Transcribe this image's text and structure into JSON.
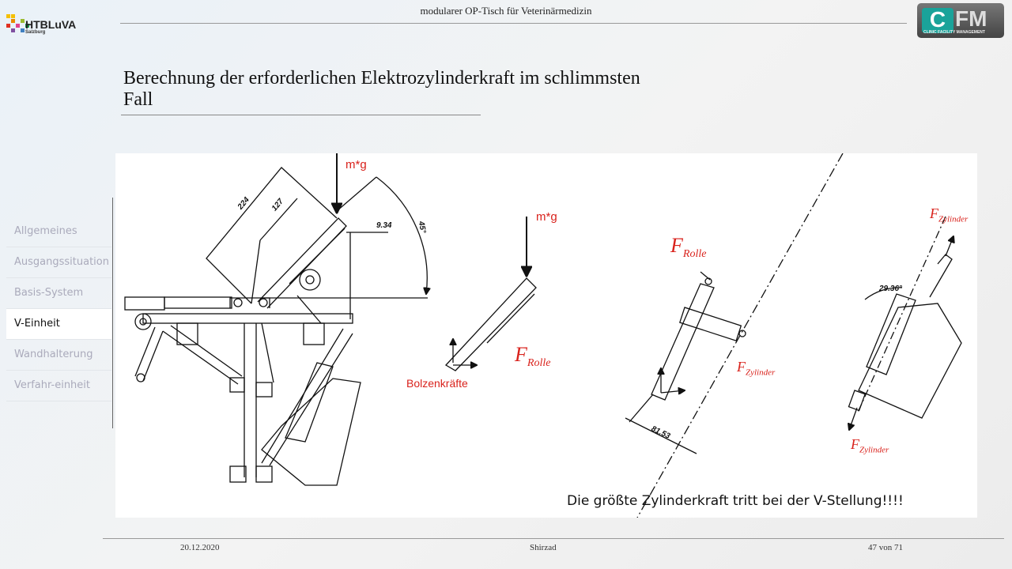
{
  "header": {
    "title": "modularer  OP-Tisch  für  Veterinärmedizin"
  },
  "logos": {
    "left": {
      "name": "HTBLuVA",
      "sub": "Salzburg"
    },
    "right": {
      "letter": "C",
      "text": "FM",
      "sub": "CLINIC FACILITY MANAGEMENT"
    }
  },
  "slide": {
    "title": "Berechnung der erforderlichen Elektrozylinderkraft im schlimmsten Fall"
  },
  "nav": {
    "items": [
      {
        "label": "Allgemeines"
      },
      {
        "label": "Ausgangssituation"
      },
      {
        "label": "Basis-System"
      },
      {
        "label": "V-Einheit"
      },
      {
        "label": "Wandhalterung"
      },
      {
        "label": "Verfahr-einheit"
      }
    ]
  },
  "figure": {
    "mg1": "m*g",
    "mg2": "m*g",
    "dim224": "224",
    "dim127": "127",
    "dim934": "9.34",
    "angle45": "45°",
    "bolzen": "Bolzenkräfte",
    "f_rolle": "F",
    "f_rolle_sub": "Rolle",
    "f_rolle2": "F",
    "f_rolle2_sub": "Rolle",
    "f_zyl1": "F",
    "f_zyl1_sub": "Zylinder",
    "f_zyl2": "F",
    "f_zyl2_sub": "Zylinder",
    "f_zyl3": "F",
    "f_zyl3_sub": "Zylinder",
    "dim8153": "81.53",
    "angle2936": "29.36°"
  },
  "note": "Die größte Zylinderkraft tritt bei der V-Stellung!!!!",
  "footer": {
    "date": "20.12.2020",
    "author": "Shirzad",
    "page": "47 von 71"
  }
}
